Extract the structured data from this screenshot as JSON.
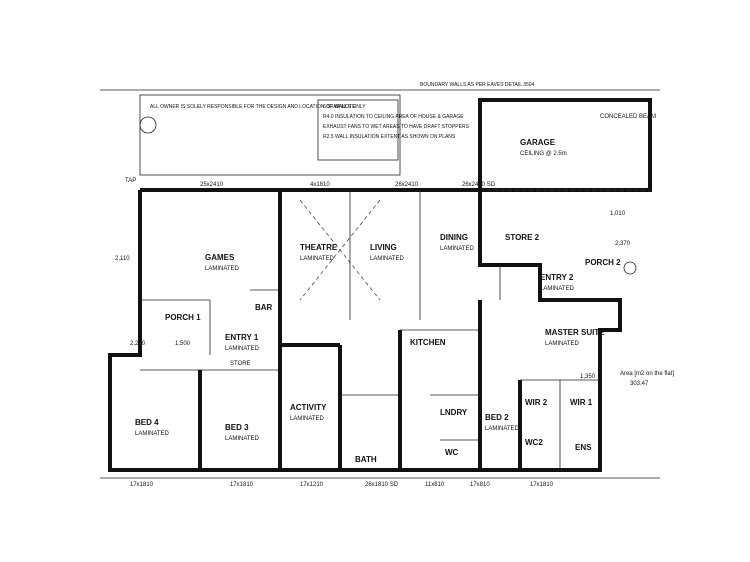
{
  "plan": {
    "rooms": [
      {
        "id": "games",
        "name": "GAMES",
        "sub": "LAMINATED"
      },
      {
        "id": "theatre",
        "name": "THEATRE",
        "sub": "LAMINATED"
      },
      {
        "id": "living",
        "name": "LIVING",
        "sub": "LAMINATED"
      },
      {
        "id": "dining",
        "name": "DINING",
        "sub": "LAMINATED"
      },
      {
        "id": "garage",
        "name": "GARAGE",
        "sub": "CEILING @ 2.5m"
      },
      {
        "id": "store2",
        "name": "STORE 2",
        "sub": ""
      },
      {
        "id": "entry2",
        "name": "ENTRY 2",
        "sub": "LAMINATED"
      },
      {
        "id": "porch2",
        "name": "PORCH 2",
        "sub": ""
      },
      {
        "id": "porch1",
        "name": "PORCH 1",
        "sub": ""
      },
      {
        "id": "bar",
        "name": "BAR",
        "sub": ""
      },
      {
        "id": "entry1",
        "name": "ENTRY 1",
        "sub": "LAMINATED"
      },
      {
        "id": "store",
        "name": "STORE",
        "sub": ""
      },
      {
        "id": "kitchen",
        "name": "KITCHEN",
        "sub": ""
      },
      {
        "id": "master",
        "name": "MASTER SUITE",
        "sub": "LAMINATED"
      },
      {
        "id": "activity",
        "name": "ACTIVITY",
        "sub": "LAMINATED"
      },
      {
        "id": "bed3",
        "name": "BED 3",
        "sub": "LAMINATED"
      },
      {
        "id": "bed4",
        "name": "BED 4",
        "sub": "LAMINATED"
      },
      {
        "id": "bed2",
        "name": "BED 2",
        "sub": "LAMINATED"
      },
      {
        "id": "lndry",
        "name": "LNDRY",
        "sub": ""
      },
      {
        "id": "bath",
        "name": "BATH",
        "sub": ""
      },
      {
        "id": "wir2",
        "name": "WIR 2",
        "sub": ""
      },
      {
        "id": "wir1",
        "name": "WIR 1",
        "sub": ""
      },
      {
        "id": "wc2",
        "name": "WC2",
        "sub": ""
      },
      {
        "id": "wc",
        "name": "WC",
        "sub": ""
      },
      {
        "id": "ens",
        "name": "ENS",
        "sub": ""
      }
    ],
    "dimensions": {
      "top_left": "25x2410",
      "top_mid": "4x1810",
      "top_mid2": "26x2410",
      "top_right": "26x2410 SD",
      "bottom_1": "17x1810",
      "bottom_2": "17x1810",
      "bottom_3": "17x1210",
      "bottom_4": "26x1810 SD",
      "bottom_5": "11x810",
      "bottom_6": "17x810",
      "bottom_7": "17x1810",
      "left_1": "2,200",
      "left_2": "1,500",
      "left_3": "2,110",
      "right_1": "2,370",
      "right_2": "1,010",
      "right_3": "1,350"
    },
    "area_label": "Area [m2 on the flat]",
    "area_value": "303.47",
    "title_note": "BOUNDARY WALLS AS PER EAVES DETAIL 3504",
    "notes_star": "6 STAR NOTE",
    "notes_1": "R4.0 INSULATION TO CEILING AREA OF HOUSE & GARAGE",
    "notes_2": "EXHAUST FANS TO WET AREAS TO HAVE DRAFT STOPPERS",
    "notes_3": "R2.5 WALL INSULATION EXTENT AS SHOWN ON PLANS",
    "owner_note": "ALL OWNER IS SOLELY RESPONSIBLE FOR THE DESIGN AND LOCATION OF WALLS ONLY",
    "garage_note": "CONCEALED BEAM",
    "hatch_label": "TAP"
  }
}
